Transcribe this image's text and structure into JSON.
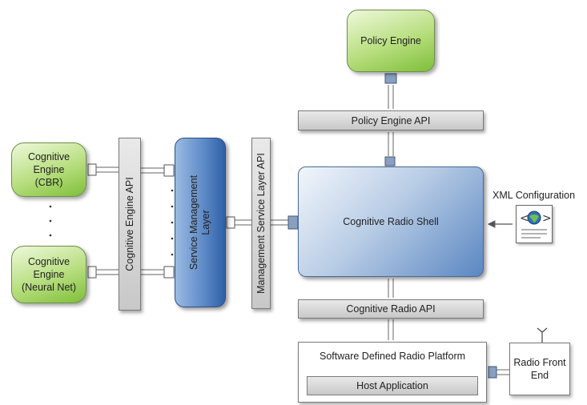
{
  "nodes": {
    "policy_engine": "Policy Engine",
    "policy_engine_api": "Policy Engine API",
    "cognitive_radio_shell": "Cognitive Radio Shell",
    "xml_configuration": "XML Configuration",
    "cognitive_radio_api": "Cognitive Radio API",
    "sdr_platform": "Software Defined Radio Platform",
    "host_application": "Host Application",
    "radio_front_end_line1": "Radio Front",
    "radio_front_end_line2": "End",
    "cognitive_engine_cbr_line1": "Cognitive",
    "cognitive_engine_cbr_line2": "Engine",
    "cognitive_engine_cbr_line3": "(CBR)",
    "cognitive_engine_nn_line1": "Cognitive",
    "cognitive_engine_nn_line2": "Engine",
    "cognitive_engine_nn_line3": "(Neural Net)",
    "cognitive_engine_api": "Cognitive Engine API",
    "service_management_layer_line1": "Service Management",
    "service_management_layer_line2": "Layer",
    "management_service_layer_api": "Management Service Layer API"
  },
  "colors": {
    "engine_green": "#9ccf5c",
    "shell_blue": "#5b87c2",
    "api_gray": "#cfcfcf"
  },
  "icons": {
    "xml": "xml-document-icon",
    "antenna": "antenna-icon"
  }
}
